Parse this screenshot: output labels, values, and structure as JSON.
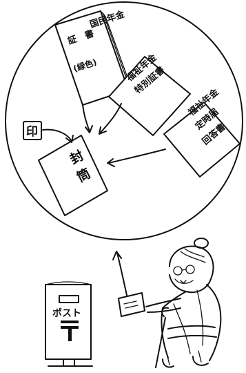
{
  "documents": {
    "kokumin": {
      "col1": "国民年金",
      "col2": "証　書",
      "col3": "(緑色)"
    },
    "fukushi_tokubetsu": {
      "col1": "福祉年金",
      "col2": "特別証書"
    },
    "fukushi_kaito": {
      "col1": "福祉年金",
      "col2": "定時届",
      "col3": "回答書"
    }
  },
  "seal": {
    "text": "印"
  },
  "envelope": {
    "line1": "封",
    "line2": "筒"
  },
  "postbox": {
    "label": "ポスト",
    "mark": "〒"
  },
  "colors": {
    "ink": "#111111",
    "paper": "#ffffff"
  },
  "icons": {
    "seal": "seal-stamp-icon",
    "arrow": "arrow-icon",
    "postbox": "postbox-icon",
    "person": "elderly-person-figure"
  }
}
